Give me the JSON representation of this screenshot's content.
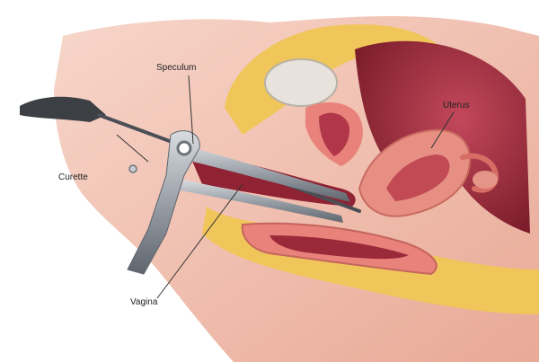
{
  "labels": {
    "speculum": "Speculum",
    "uterus": "Uterus",
    "curette": "Curette",
    "vagina": "Vagina"
  },
  "colors": {
    "skin": "#f3c7b8",
    "fat": "#f0c65a",
    "tissue": "#e8827a",
    "cavity": "#a52a3a",
    "metal": "#8a9098"
  }
}
